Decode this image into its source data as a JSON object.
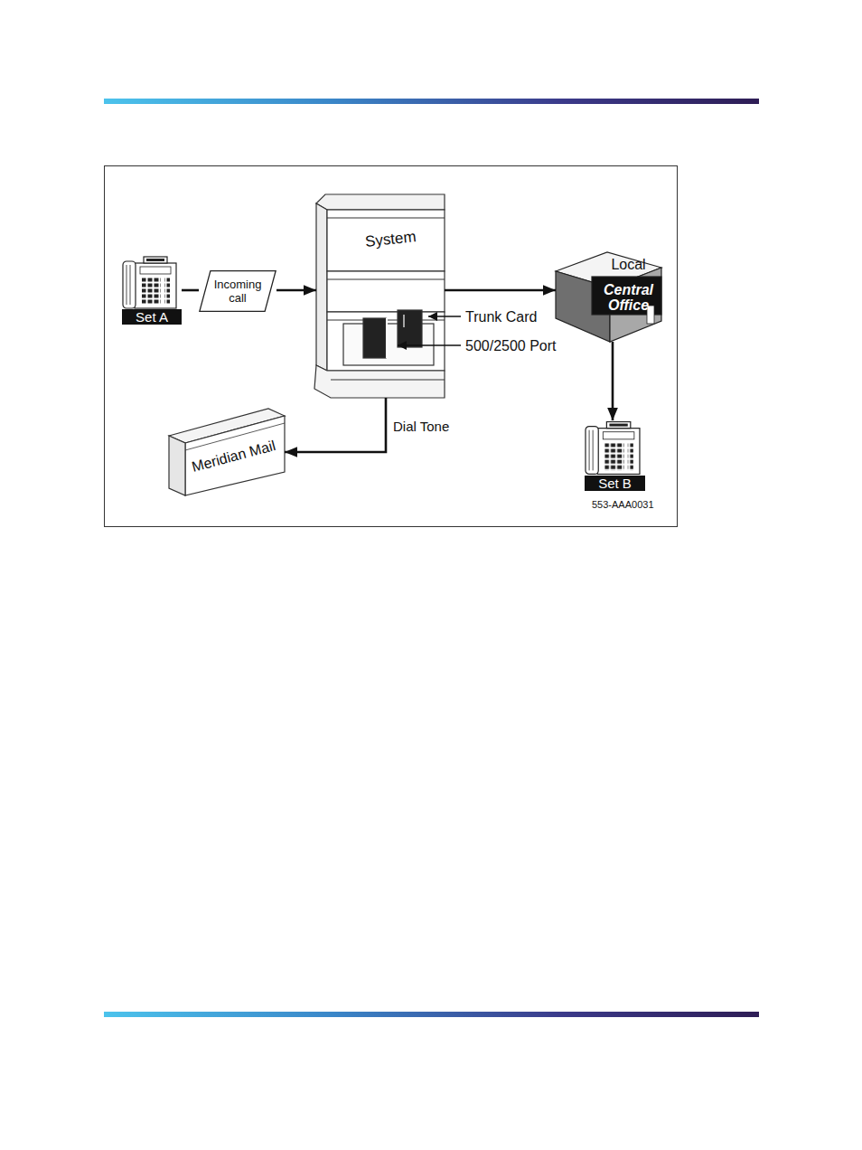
{
  "diagram": {
    "nodes": [
      {
        "text": [
          "Set A"
        ]
      },
      {
        "text": [
          "Incoming call"
        ]
      },
      {
        "text": [
          "System"
        ]
      },
      {
        "text": [
          "Local",
          "Central Office"
        ]
      },
      {
        "text": [
          "Meridian Mail"
        ]
      },
      {
        "text": [
          "Set B"
        ]
      }
    ],
    "edges": [
      {
        "from": 0,
        "to": 1,
        "arrow": "none"
      },
      {
        "from": 1,
        "to": 2,
        "arrow": "to"
      },
      {
        "from": 2,
        "to": 3,
        "arrow": "to"
      },
      {
        "from": 3,
        "to": 5,
        "arrow": "to"
      },
      {
        "from": 2,
        "to": 4,
        "label": "Dial Tone",
        "arrow": "to"
      }
    ],
    "labels": [
      "Trunk Card",
      "500/2500 Port",
      "553-AAA0031"
    ]
  }
}
